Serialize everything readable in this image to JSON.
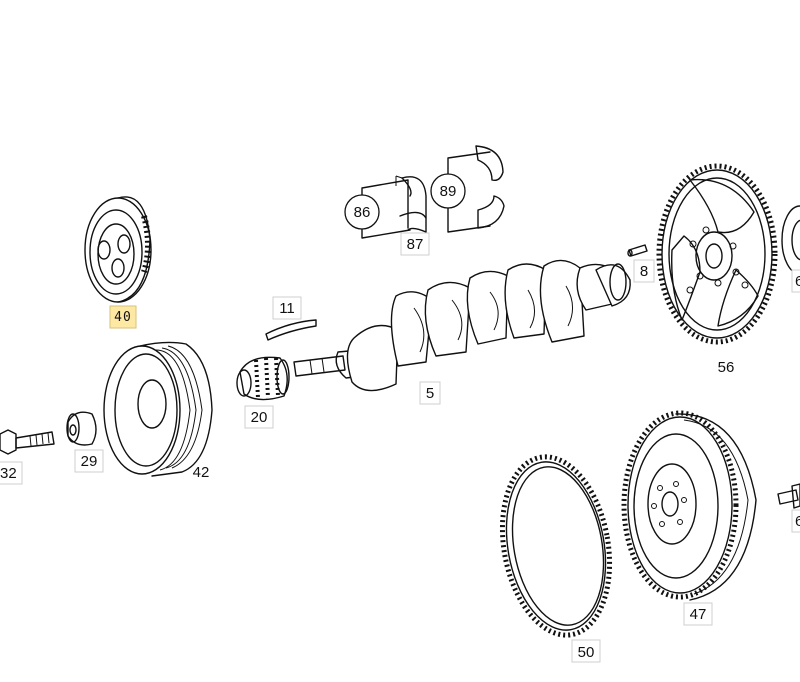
{
  "labels": {
    "p86": "86",
    "p89": "89",
    "p87": "87",
    "p11": "11",
    "p8": "8",
    "p56": "56",
    "p40": "40",
    "p20": "20",
    "p5": "5",
    "p42": "42",
    "p29": "29",
    "p32": "32",
    "p47": "47",
    "p50": "50",
    "p6a": "6",
    "p6b": "6"
  },
  "highlight": {
    "part": "40",
    "color": "#fde9a3"
  }
}
